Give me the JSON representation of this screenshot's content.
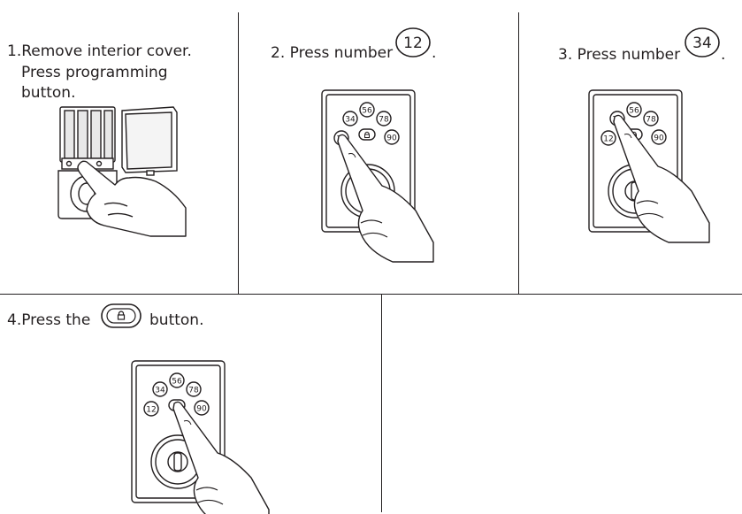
{
  "steps": [
    {
      "number": "1.",
      "lines": [
        "Remove interior cover.",
        "Press programming",
        "button."
      ]
    },
    {
      "number": "2.",
      "text": "Press number",
      "badge": "12",
      "suffix": "."
    },
    {
      "number": "3.",
      "text": "Press number",
      "badge": "34",
      "suffix": "."
    },
    {
      "number": "4.",
      "text": "Press the",
      "suffix": "button."
    }
  ],
  "keypad_labels": [
    "12",
    "34",
    "56",
    "78",
    "90"
  ],
  "icons": {
    "lock_button": "padlock-icon",
    "hand": "pointing-hand-icon"
  },
  "colors": {
    "ink": "#231f20",
    "hand_fill": "#ffffff",
    "panel_shade": "#e8e8e8"
  }
}
